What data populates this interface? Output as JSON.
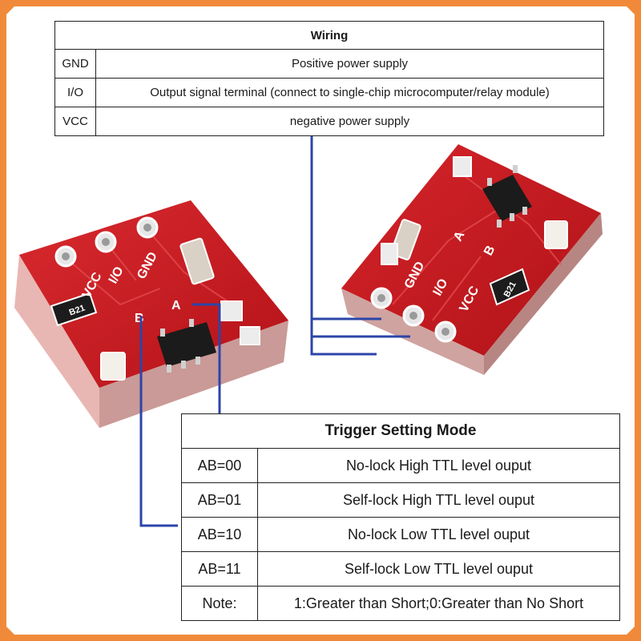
{
  "wiring": {
    "title": "Wiring",
    "rows": [
      {
        "pin": "GND",
        "desc": "Positive power supply"
      },
      {
        "pin": "I/O",
        "desc": "Output signal terminal (connect to single-chip microcomputer/relay module)"
      },
      {
        "pin": "VCC",
        "desc": "negative power supply"
      }
    ]
  },
  "trigger": {
    "title": "Trigger Setting Mode",
    "rows": [
      {
        "code": "AB=00",
        "desc": "No-lock High TTL level ouput"
      },
      {
        "code": "AB=01",
        "desc": "Self-lock High TTL level ouput"
      },
      {
        "code": "AB=10",
        "desc": "No-lock Low TTL level ouput"
      },
      {
        "code": "AB=11",
        "desc": "Self-lock Low TTL level ouput"
      },
      {
        "code": "Note:",
        "desc": "1:Greater than Short;0:Greater than No Short"
      }
    ]
  },
  "board": {
    "label_gnd": "GND",
    "label_io": "I/O",
    "label_vcc": "VCC",
    "label_a": "A",
    "label_b": "B",
    "resistor_code": "B21"
  },
  "colors": {
    "pcb": "#c8161d",
    "pcb_edge": "#8e0d12",
    "wire": "#2c45a8",
    "frame": "#f08a3a"
  }
}
